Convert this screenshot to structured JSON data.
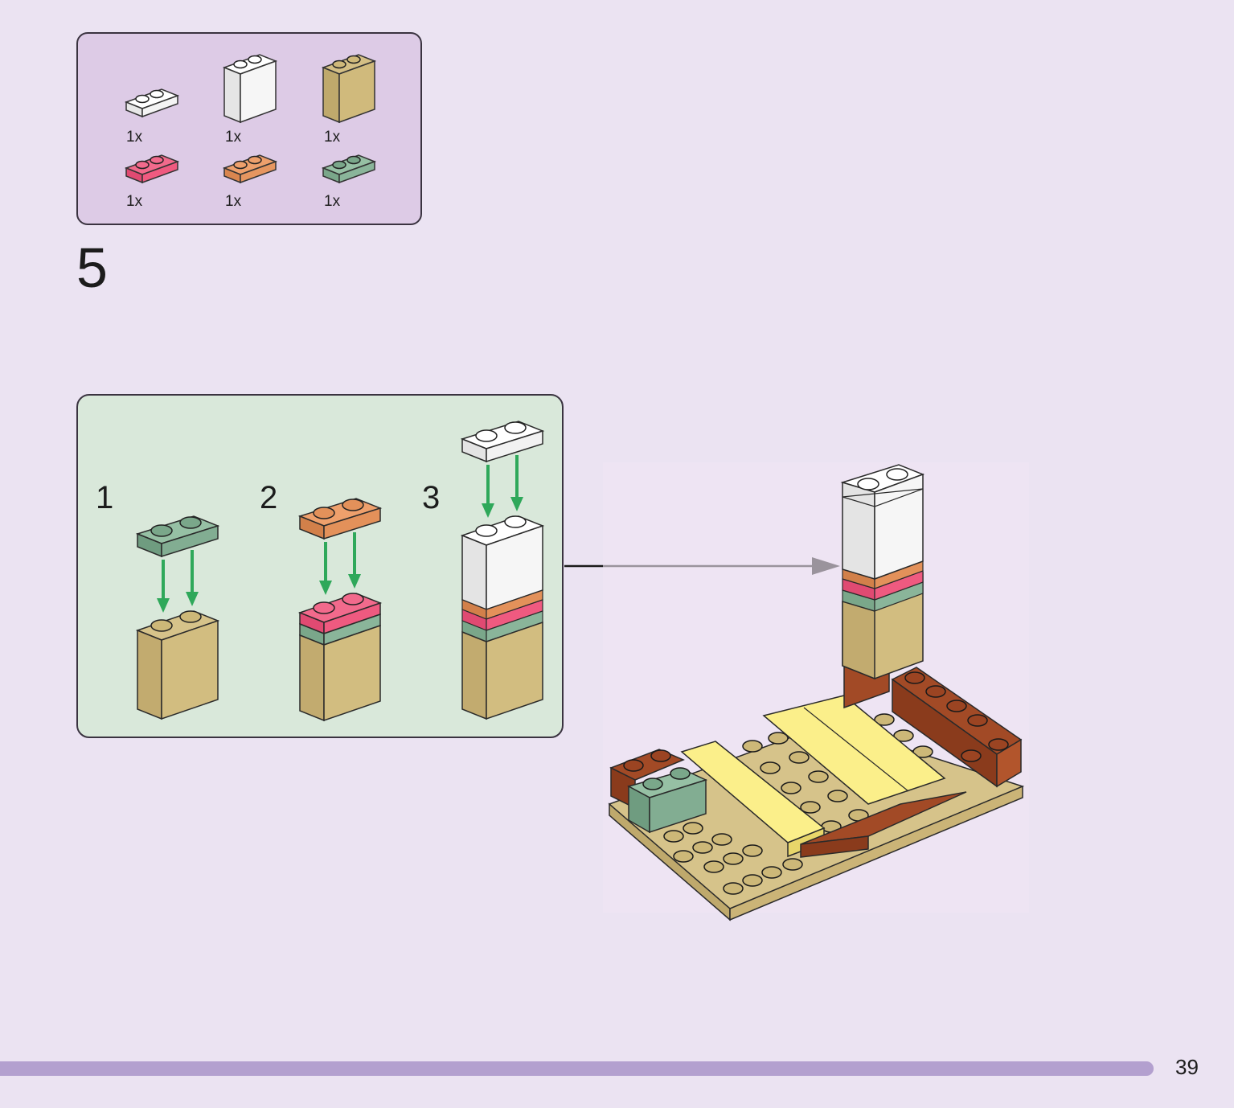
{
  "parts_list": {
    "items": [
      {
        "name": "white-plate-1x2",
        "qty": "1x",
        "color": "#ffffff"
      },
      {
        "name": "white-brick-1x2x2",
        "qty": "1x",
        "color": "#ffffff"
      },
      {
        "name": "tan-brick-1x2x2",
        "qty": "1x",
        "color": "#d4bf85"
      },
      {
        "name": "pink-plate-1x2",
        "qty": "1x",
        "color": "#f2557e"
      },
      {
        "name": "orange-plate-1x2",
        "qty": "1x",
        "color": "#e69660"
      },
      {
        "name": "sand-green-plate-1x2",
        "qty": "1x",
        "color": "#8fba9e"
      }
    ]
  },
  "step": {
    "number": "5"
  },
  "substeps": [
    {
      "number": "1"
    },
    {
      "number": "2"
    },
    {
      "number": "3"
    }
  ],
  "colors": {
    "tan": "#d6c38a",
    "white": "#ffffff",
    "pink": "#f2557e",
    "orange": "#e69660",
    "sand_green": "#8fba9e",
    "reddish_brown": "#a24a26",
    "bright_light_yellow": "#fbef8a",
    "arrow_green": "#2fa85a",
    "page_bar": "#b3a0cf"
  },
  "footer": {
    "page_number": "39"
  }
}
